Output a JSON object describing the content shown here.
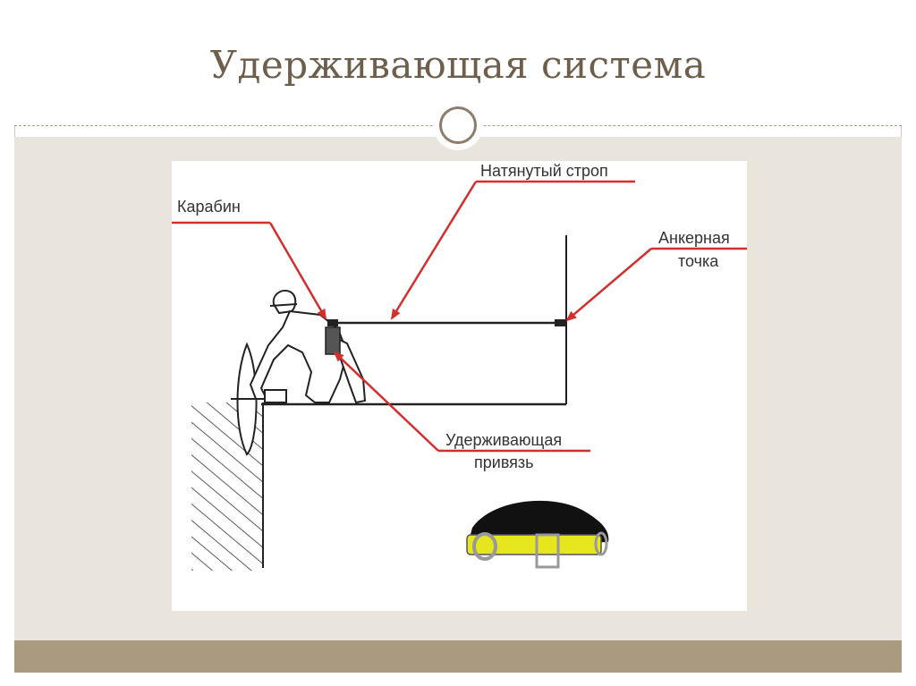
{
  "slide": {
    "title": "Удерживающая система"
  },
  "diagram": {
    "labels": {
      "carabiner": "Карабин",
      "lanyard": "Натянутый строп",
      "anchor_line1": "Анкерная",
      "anchor_line2": "точка",
      "harness_line1": "Удерживающая",
      "harness_line2": "привязь"
    }
  },
  "colors": {
    "accent_red": "#d32f2f",
    "title_brown": "#6e5f4c",
    "content_bg": "#e9e4dc",
    "bottom_bar": "#a99a80",
    "harness_yellow": "#e6e61e"
  }
}
